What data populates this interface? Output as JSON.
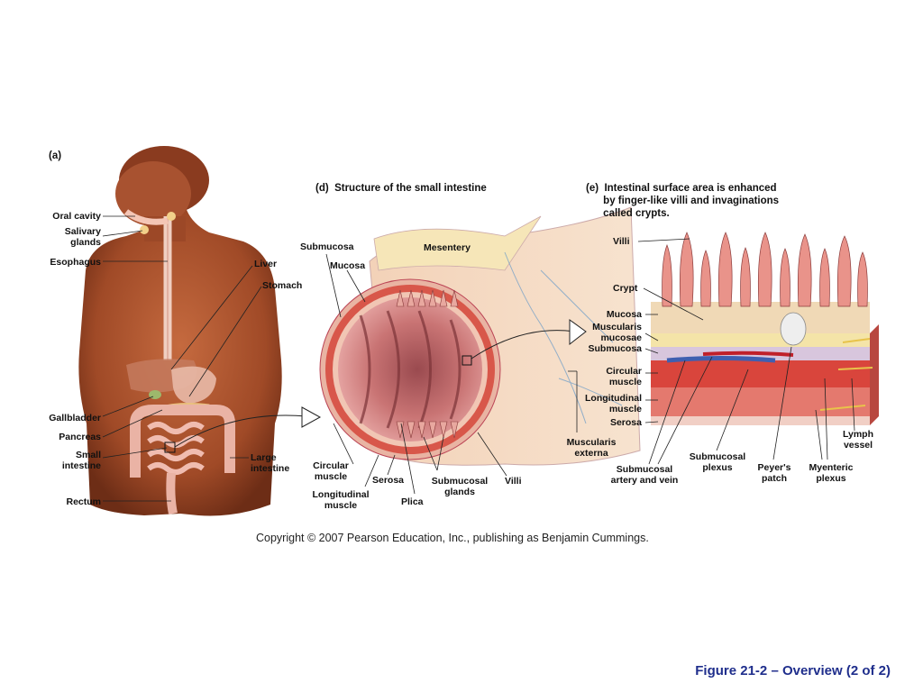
{
  "panels": {
    "a": {
      "label": "(a)",
      "labels": {
        "oral_cavity": "Oral cavity",
        "salivary_glands": "Salivary\nglands",
        "esophagus": "Esophagus",
        "liver": "Liver",
        "stomach": "Stomach",
        "gallbladder": "Gallbladder",
        "pancreas": "Pancreas",
        "small_intestine": "Small\nintestine",
        "large_intestine": "Large\nintestine",
        "rectum": "Rectum"
      }
    },
    "d": {
      "title": "(d)  Structure of the small intestine",
      "labels": {
        "submucosa": "Submucosa",
        "mucosa": "Mucosa",
        "mesentery": "Mesentery",
        "circular_muscle": "Circular\nmuscle",
        "longitudinal_muscle": "Longitudinal\nmuscle",
        "serosa": "Serosa",
        "plica": "Plica",
        "submucosal_glands": "Submucosal\nglands",
        "villi": "Villi"
      }
    },
    "e": {
      "title": "(e)  Intestinal surface area is enhanced\n      by finger-like villi and invaginations\n      called crypts.",
      "labels": {
        "villi": "Villi",
        "crypt": "Crypt",
        "mucosa": "Mucosa",
        "muscularis_mucosae": "Muscularis\nmucosae",
        "submucosa": "Submucosa",
        "circular_muscle": "Circular\nmuscle",
        "longitudinal_muscle": "Longitudinal\nmuscle",
        "serosa": "Serosa",
        "muscularis_externa": "Muscularis\nexterna",
        "submucosal_artery_vein": "Submucosal\nartery and vein",
        "submucosal_plexus": "Submucosal\nplexus",
        "peyers_patch": "Peyer's\npatch",
        "myenteric_plexus": "Myenteric\nplexus",
        "lymph_vessel": "Lymph\nvessel"
      }
    }
  },
  "copyright": "Copyright © 2007 Pearson Education, Inc., publishing as Benjamin Cummings.",
  "figure_caption": "Figure 21-2 – Overview (2 of 2)",
  "colors": {
    "skin": "#a8522e",
    "caption": "#1f2e8c",
    "tissue_pink": "#e7a2a0",
    "muscle_red": "#c9443c"
  }
}
